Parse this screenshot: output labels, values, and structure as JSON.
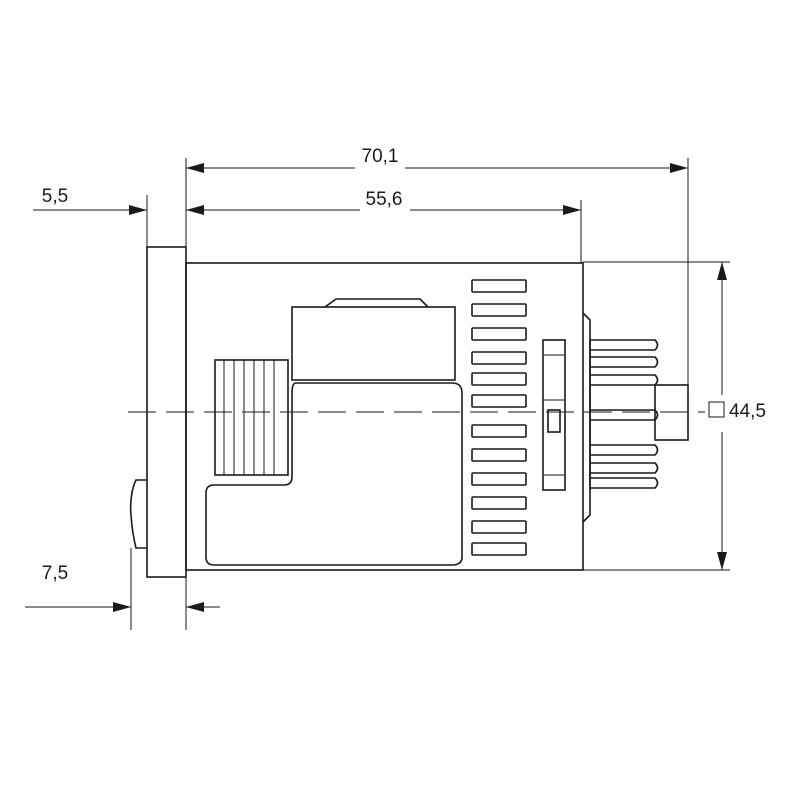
{
  "dimensions": {
    "overall_length": "70,1",
    "body_length": "55,6",
    "front_bezel": "5,5",
    "knob_depth": "7,5",
    "square_size": "44,5"
  }
}
